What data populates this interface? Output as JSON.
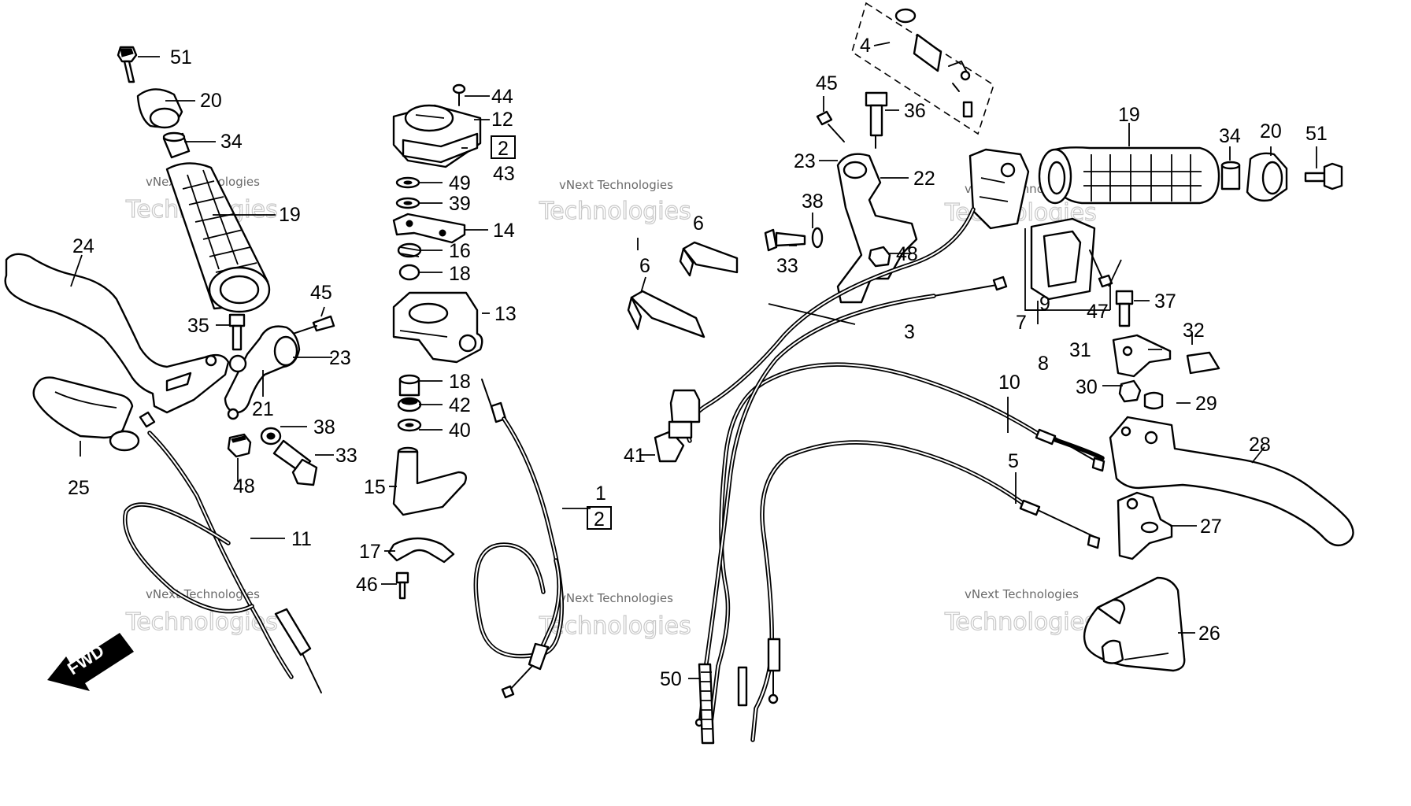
{
  "watermark": {
    "line1": "vNext Technologies",
    "line2": "Technologies"
  },
  "direction_label": "FWD",
  "callouts": {
    "c51l": "51",
    "c20l": "20",
    "c34l": "34",
    "c19l": "19",
    "c24": "24",
    "c45l": "45",
    "c35": "35",
    "c23l": "23",
    "c21": "21",
    "c38l": "38",
    "c48l": "48",
    "c33l": "33",
    "c25": "25",
    "c11": "11",
    "c44": "44",
    "c12": "12",
    "c2a": "2",
    "c43": "43",
    "c49": "49",
    "c39": "39",
    "c14": "14",
    "c16": "16",
    "c18a": "18",
    "c13": "13",
    "c18b": "18",
    "c42": "42",
    "c40": "40",
    "c15": "15",
    "c17": "17",
    "c46": "46",
    "c1": "1",
    "c2b": "2",
    "c4": "4",
    "c45r": "45",
    "c36": "36",
    "c23r": "23",
    "c22": "22",
    "c38r": "38",
    "c33r": "33",
    "c48r": "48",
    "c6a": "6",
    "c6b": "6",
    "c3": "3",
    "c41": "41",
    "c19r": "19",
    "c34r": "34",
    "c20r": "20",
    "c51r": "51",
    "c9": "9",
    "c7": "7",
    "c8": "8",
    "c47": "47",
    "c37": "37",
    "c32": "32",
    "c31": "31",
    "c30": "30",
    "c29": "29",
    "c10": "10",
    "c5": "5",
    "c28": "28",
    "c27": "27",
    "c26": "26",
    "c50": "50"
  }
}
